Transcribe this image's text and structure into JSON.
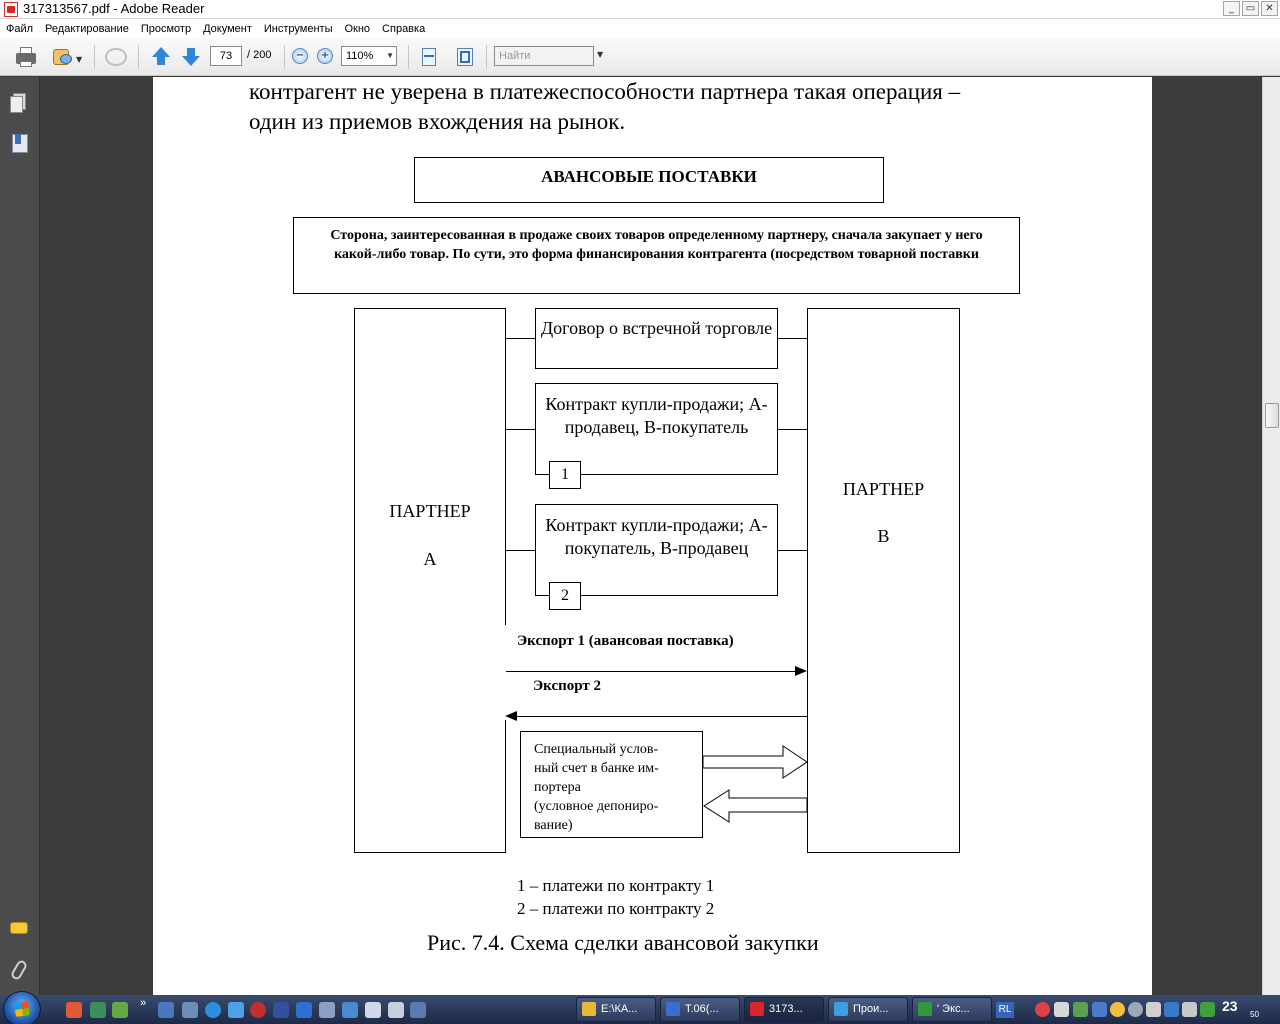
{
  "window": {
    "title": "317313567.pdf - Adobe Reader",
    "buttons": [
      "_",
      "▭",
      "✕"
    ]
  },
  "menu": [
    "Файл",
    "Редактирование",
    "Просмотр",
    "Документ",
    "Инструменты",
    "Окно",
    "Справка"
  ],
  "toolbar": {
    "page_current": "73",
    "page_total": "/ 200",
    "zoom": "110%",
    "search_placeholder": "Найти"
  },
  "document": {
    "body_line1": "контрагент не уверена в платежеспособности партнера такая операция –",
    "body_line2": "один из приемов вхождения на рынок.",
    "diagram": {
      "title": "АВАНСОВЫЕ ПОСТАВКИ",
      "description": "Сторона, заинтересованная в продаже своих товаров определенному партнеру, сначала закупает у него какой-либо товар. По сути, это форма финансирования контрагента (посредством товарной поставки",
      "partner_a": {
        "line1": "ПАРТНЕР",
        "line2": "А"
      },
      "partner_b": {
        "line1": "ПАРТНЕР",
        "line2": "В"
      },
      "contract_1": "Договор о встречной торговле",
      "contract_2": "Контракт купли-продажи; А-продавец, В-покупатель",
      "contract_3": "Контракт купли-продажи; А-покупатель, В-продавец",
      "num_1": "1",
      "num_2": "2",
      "export_1": "Экспорт 1 (авансовая поставка)",
      "export_2": "Экспорт 2",
      "escrow_lines": [
        "Специальный услов-",
        "ный счет в банке им-",
        "портера",
        "(условное депониро-",
        "вание)"
      ]
    },
    "legend_1": "1 – платежи по контракту 1",
    "legend_2": "2 – платежи по контракту 2",
    "caption": "Рис. 7.4. Схема сделки авансовой закупки"
  },
  "taskbar": {
    "tasks": [
      {
        "label": "E:\\КА...",
        "color": "#e8b838"
      },
      {
        "label": "Т.06(...",
        "color": "#3a6fd0"
      },
      {
        "label": "3173...",
        "color": "#d8262a"
      },
      {
        "label": "Прои...",
        "color": "#3aa0e0"
      },
      {
        "label": "' Экс...",
        "color": "#2f9a3c"
      }
    ],
    "lang": "RL",
    "clock": "23",
    "clock_min": "50"
  }
}
